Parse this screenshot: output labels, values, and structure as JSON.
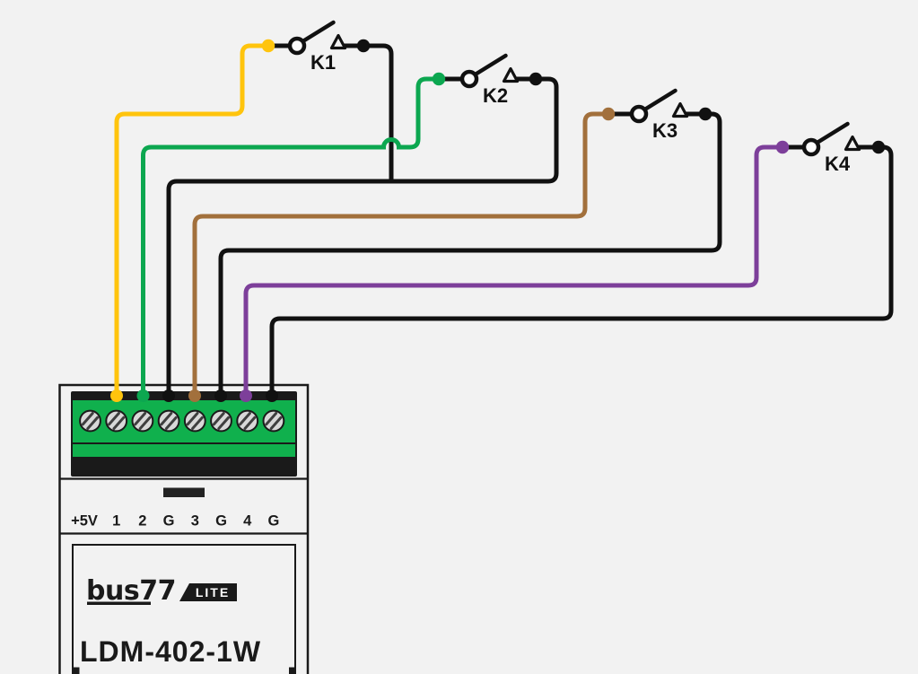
{
  "switches": [
    {
      "id": "k1",
      "label": "K1",
      "wire_color": "#FFC40D",
      "wire_color_name": "yellow",
      "signal_terminal": "1",
      "ground_terminal": "G"
    },
    {
      "id": "k2",
      "label": "K2",
      "wire_color": "#0CA750",
      "wire_color_name": "green",
      "signal_terminal": "2",
      "ground_terminal": "G"
    },
    {
      "id": "k3",
      "label": "K3",
      "wire_color": "#A2703C",
      "wire_color_name": "brown",
      "signal_terminal": "3",
      "ground_terminal": "G"
    },
    {
      "id": "k4",
      "label": "K4",
      "wire_color": "#7D3F9A",
      "wire_color_name": "purple",
      "signal_terminal": "4",
      "ground_terminal": "G"
    }
  ],
  "device": {
    "brand": "bus77",
    "brand_badge": "LITE",
    "model": "LDM-402-1W",
    "terminal_labels": [
      "+5V",
      "1",
      "2",
      "G",
      "3",
      "G",
      "4",
      "G"
    ]
  },
  "colors": {
    "background": "#f2f2f2",
    "wire_black": "#111111",
    "outline_dark": "#1a1a1a",
    "terminal_block": "#1a1a1a",
    "terminal_green": "#10B04D",
    "screw_fill": "#d8d8d8",
    "screw_slot": "#3f3f3f"
  }
}
